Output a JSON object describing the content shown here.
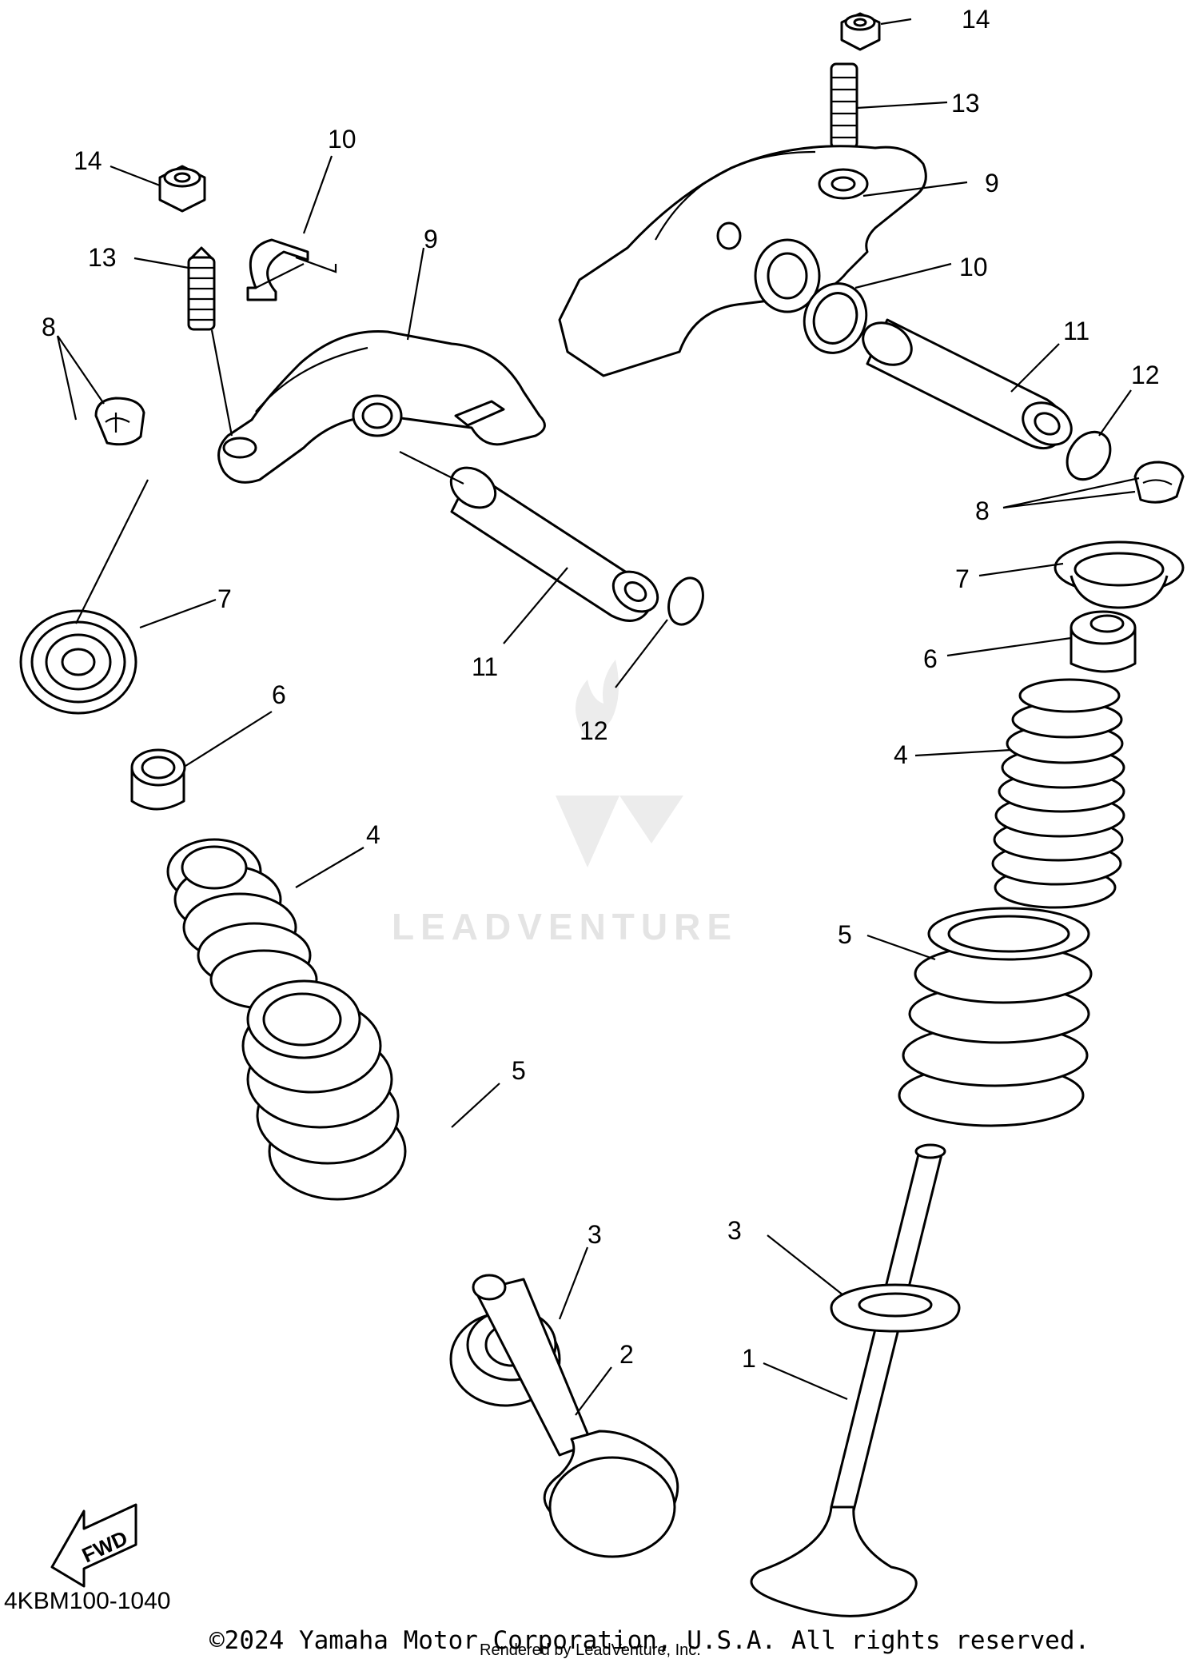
{
  "watermark": {
    "brand": "LEADVENTURE"
  },
  "callouts": {
    "c1": "1",
    "c2": "2",
    "c3a": "3",
    "c3b": "3",
    "c4a": "4",
    "c4b": "4",
    "c5a": "5",
    "c5b": "5",
    "c6a": "6",
    "c6b": "6",
    "c7a": "7",
    "c7b": "7",
    "c8a": "8",
    "c8b": "8",
    "c9a": "9",
    "c9b": "9",
    "c10a": "10",
    "c10b": "10",
    "c11a": "11",
    "c11b": "11",
    "c12a": "12",
    "c12b": "12",
    "c13a": "13",
    "c13b": "13",
    "c14a": "14",
    "c14b": "14"
  },
  "fwd_label": "FWD",
  "diagram_code": "4KBM100-1040",
  "copyright": "©2024 Yamaha Motor Corporation, U.S.A. All rights reserved.",
  "rendered_by": "Rendered by LeadVenture, Inc."
}
